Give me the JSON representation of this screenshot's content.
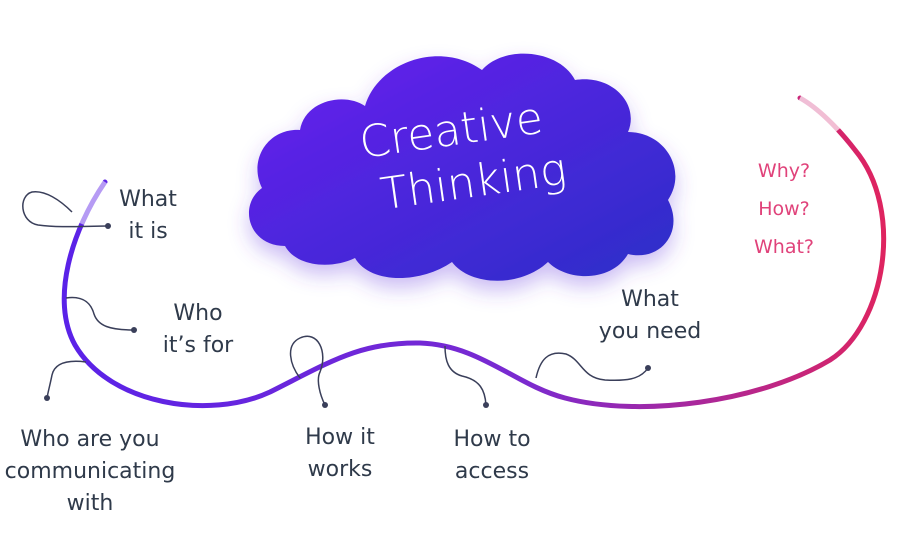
{
  "title": {
    "line1": "Creative",
    "line2": "Thinking"
  },
  "branches": {
    "what_it_is": {
      "line1": "What",
      "line2": "it is"
    },
    "who_its_for": {
      "line1": "Who",
      "line2": "it’s for"
    },
    "who_are_you": {
      "line1": "Who are you",
      "line2": "communicating",
      "line3": "with"
    },
    "how_it_works": {
      "line1": "How it",
      "line2": "works"
    },
    "how_to_access": {
      "line1": "How to",
      "line2": "access"
    },
    "what_you_need": {
      "line1": "What",
      "line2": "you need"
    }
  },
  "questions": [
    "Why?",
    "How?",
    "What?"
  ],
  "colors": {
    "cloud_start": "#6a1ef0",
    "cloud_end": "#2b2fc7",
    "line_start": "#5a22e8",
    "line_end": "#e0245e",
    "question_text": "#e0427a",
    "label_text": "#2f3a4a",
    "connector": "#3a3f5a"
  }
}
